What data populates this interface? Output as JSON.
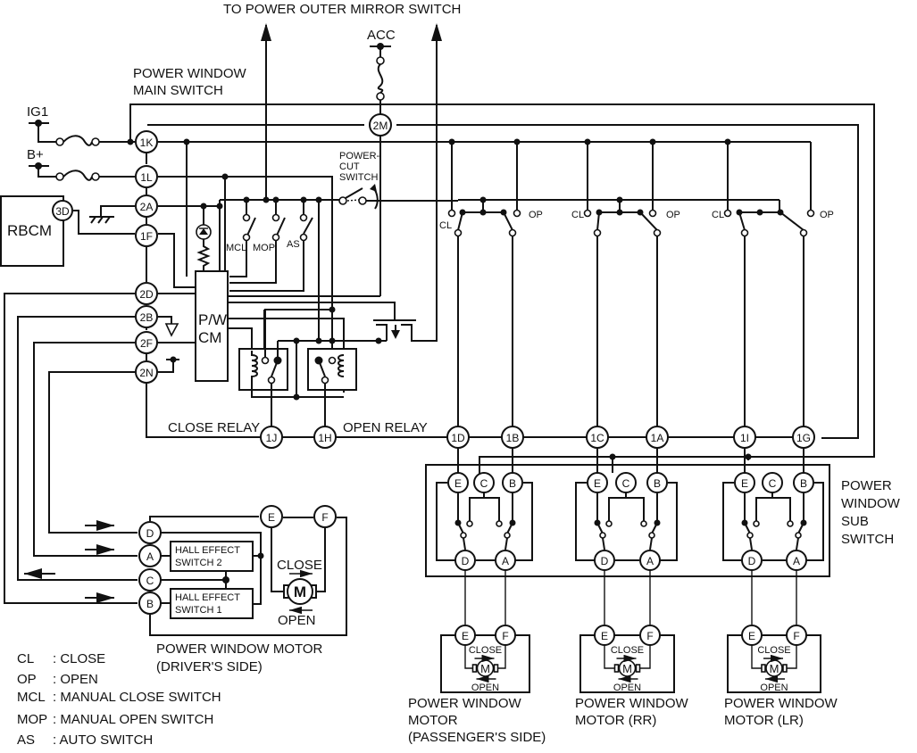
{
  "labels": {
    "top_mirror": "TO POWER OUTER MIRROR SWITCH",
    "acc": "ACC",
    "ig1": "IG1",
    "bplus": "B+",
    "main_switch_1": "POWER WINDOW",
    "main_switch_2": "MAIN SWITCH",
    "rbcm": "RBCM",
    "pwcm_1": "P/W",
    "pwcm_2": "CM",
    "power_cut_1": "POWER-",
    "power_cut_2": "CUT",
    "power_cut_3": "SWITCH",
    "mcl": "MCL",
    "mop": "MOP",
    "as": "AS",
    "cl": "CL",
    "op": "OP",
    "close_relay": "CLOSE RELAY",
    "open_relay": "OPEN RELAY",
    "hall2_1": "HALL EFFECT",
    "hall2_2": "SWITCH 2",
    "hall1_1": "HALL EFFECT",
    "hall1_2": "SWITCH 1",
    "close": "CLOSE",
    "open": "OPEN",
    "motor": "M",
    "driver_motor_1": "POWER WINDOW MOTOR",
    "driver_motor_2": "(DRIVER'S SIDE)",
    "sub_switch_1": "POWER",
    "sub_switch_2": "WINDOW",
    "sub_switch_3": "SUB",
    "sub_switch_4": "SWITCH",
    "pass_motor_1": "POWER WINDOW",
    "pass_motor_2": "MOTOR",
    "pass_motor_3": "(PASSENGER'S SIDE)",
    "rr_motor_1": "POWER WINDOW",
    "rr_motor_2": "MOTOR (RR)",
    "lr_motor_1": "POWER WINDOW",
    "lr_motor_2": "MOTOR (LR)"
  },
  "connectors": {
    "c2M": "2M",
    "c1K": "1K",
    "c1L": "1L",
    "c2A": "2A",
    "c1F": "1F",
    "c3D": "3D",
    "c2D": "2D",
    "c2B": "2B",
    "c2F": "2F",
    "c2N": "2N",
    "c1J": "1J",
    "c1H": "1H",
    "c1D": "1D",
    "c1B": "1B",
    "c1C": "1C",
    "c1A": "1A",
    "c1I": "1I",
    "c1G": "1G",
    "E": "E",
    "F": "F",
    "C": "C",
    "B": "B",
    "D": "D",
    "A": "A"
  },
  "legend": [
    {
      "abbr": "CL",
      "desc": ": CLOSE"
    },
    {
      "abbr": "OP",
      "desc": ": OPEN"
    },
    {
      "abbr": "MCL",
      "desc": ": MANUAL CLOSE SWITCH"
    },
    {
      "abbr": "MOP",
      "desc": ": MANUAL OPEN SWITCH"
    },
    {
      "abbr": "AS",
      "desc": ": AUTO SWITCH"
    }
  ]
}
